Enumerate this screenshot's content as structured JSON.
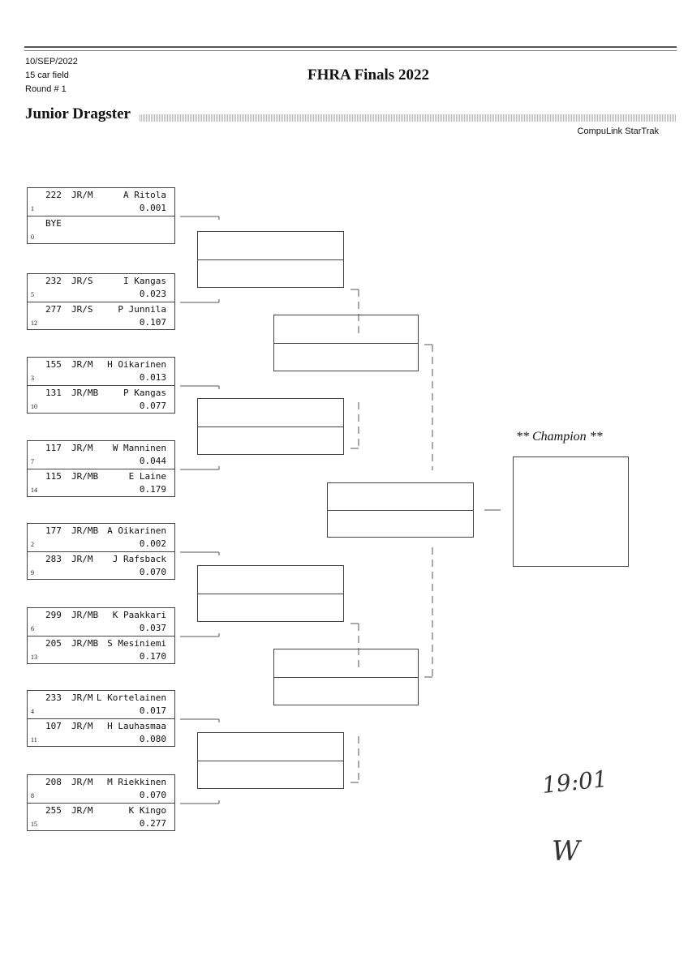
{
  "header": {
    "date": "10/SEP/2022",
    "field": "15 car field",
    "round": "Round # 1",
    "title": "FHRA Finals 2022",
    "class_name": "Junior Dragster",
    "software": "CompuLink StarTrak"
  },
  "matches": [
    {
      "a": {
        "number": "222",
        "class": "JR/M",
        "name": "A Ritola",
        "rt": "0.001",
        "seed": "1"
      },
      "b": {
        "number": "BYE",
        "class": "",
        "name": "",
        "rt": "",
        "seed": "0"
      }
    },
    {
      "a": {
        "number": "232",
        "class": "JR/S",
        "name": "I Kangas",
        "rt": "0.023",
        "seed": "5"
      },
      "b": {
        "number": "277",
        "class": "JR/S",
        "name": "P Junnila",
        "rt": "0.107",
        "seed": "12"
      }
    },
    {
      "a": {
        "number": "155",
        "class": "JR/M",
        "name": "H Oikarinen",
        "rt": "0.013",
        "seed": "3"
      },
      "b": {
        "number": "131",
        "class": "JR/MB",
        "name": "P Kangas",
        "rt": "0.077",
        "seed": "10"
      }
    },
    {
      "a": {
        "number": "117",
        "class": "JR/M",
        "name": "W Manninen",
        "rt": "0.044",
        "seed": "7"
      },
      "b": {
        "number": "115",
        "class": "JR/MB",
        "name": "E Laine",
        "rt": "0.179",
        "seed": "14"
      }
    },
    {
      "a": {
        "number": "177",
        "class": "JR/MB",
        "name": "A Oikarinen",
        "rt": "0.002",
        "seed": "2"
      },
      "b": {
        "number": "283",
        "class": "JR/M",
        "name": "J Rafsback",
        "rt": "0.070",
        "seed": "9"
      }
    },
    {
      "a": {
        "number": "299",
        "class": "JR/MB",
        "name": "K Paakkari",
        "rt": "0.037",
        "seed": "6"
      },
      "b": {
        "number": "205",
        "class": "JR/MB",
        "name": "S Mesiniemi",
        "rt": "0.170",
        "seed": "13"
      }
    },
    {
      "a": {
        "number": "233",
        "class": "JR/M",
        "name": "L Kortelainen",
        "rt": "0.017",
        "seed": "4"
      },
      "b": {
        "number": "107",
        "class": "JR/M",
        "name": "H Lauhasmaa",
        "rt": "0.080",
        "seed": "11"
      }
    },
    {
      "a": {
        "number": "208",
        "class": "JR/M",
        "name": "M Riekkinen",
        "rt": "0.070",
        "seed": "8"
      },
      "b": {
        "number": "255",
        "class": "JR/M",
        "name": "K Kingo",
        "rt": "0.277",
        "seed": "15"
      }
    }
  ],
  "champion_label": "** Champion **",
  "handwriting": {
    "time": "19:01",
    "initials": "W"
  }
}
